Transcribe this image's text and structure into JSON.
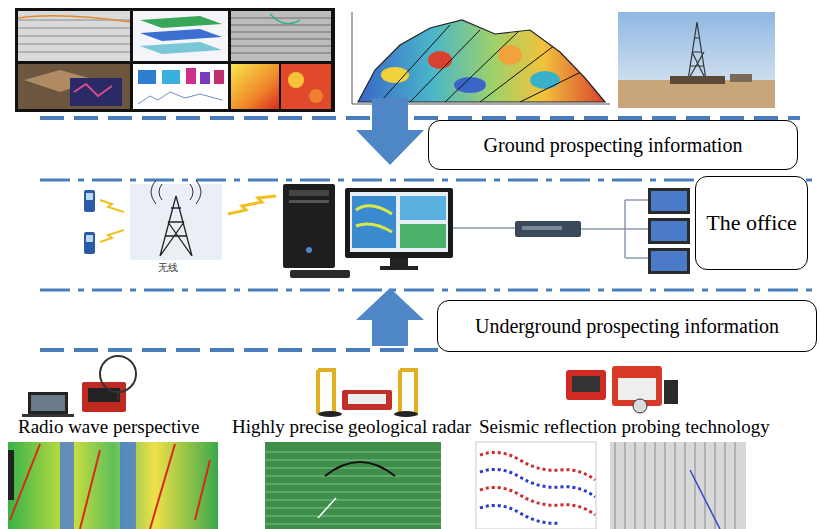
{
  "diagram": {
    "nodes": [
      {
        "text": [
          "Ground prospecting information"
        ]
      },
      {
        "text": [
          "The office"
        ]
      },
      {
        "text": [
          "Underground prospecting information"
        ]
      }
    ],
    "labels": [
      "无线",
      "Radio wave perspective",
      "Highly precise geological radar",
      "Seismic reflection probing technology"
    ]
  }
}
